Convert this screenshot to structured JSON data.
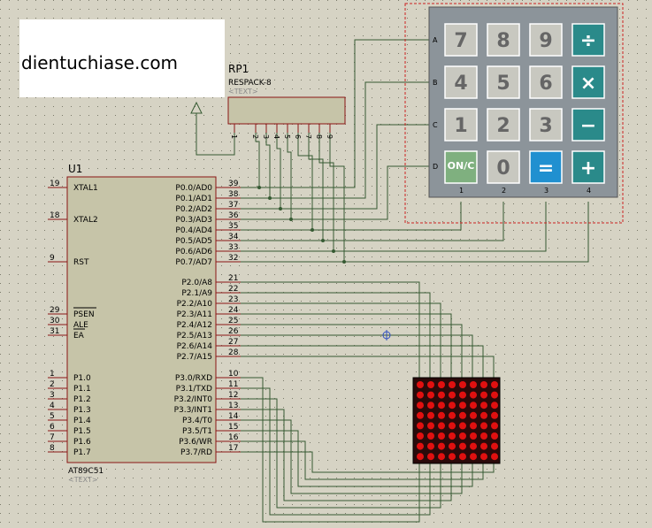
{
  "watermark": {
    "text": "dientuchiase.com"
  },
  "rp1": {
    "ref": "RP1",
    "value": "RESPACK-8",
    "text": "<TEXT>",
    "pins": [
      "1",
      "2",
      "3",
      "4",
      "5",
      "6",
      "7",
      "8",
      "9"
    ]
  },
  "u1": {
    "ref": "U1",
    "part": "AT89C51",
    "text": "<TEXT>",
    "left_pins": [
      {
        "num": "19",
        "label": "XTAL1"
      },
      {
        "num": "18",
        "label": "XTAL2"
      },
      {
        "num": "9",
        "label": "RST"
      },
      {
        "num": "29",
        "label": "PSEN"
      },
      {
        "num": "30",
        "label": "ALE"
      },
      {
        "num": "31",
        "label": "EA"
      },
      {
        "num": "1",
        "label": "P1.0"
      },
      {
        "num": "2",
        "label": "P1.1"
      },
      {
        "num": "3",
        "label": "P1.2"
      },
      {
        "num": "4",
        "label": "P1.3"
      },
      {
        "num": "5",
        "label": "P1.4"
      },
      {
        "num": "6",
        "label": "P1.5"
      },
      {
        "num": "7",
        "label": "P1.6"
      },
      {
        "num": "8",
        "label": "P1.7"
      }
    ],
    "right_pins": [
      {
        "num": "39",
        "label": "P0.0/AD0"
      },
      {
        "num": "38",
        "label": "P0.1/AD1"
      },
      {
        "num": "37",
        "label": "P0.2/AD2"
      },
      {
        "num": "36",
        "label": "P0.3/AD3"
      },
      {
        "num": "35",
        "label": "P0.4/AD4"
      },
      {
        "num": "34",
        "label": "P0.5/AD5"
      },
      {
        "num": "33",
        "label": "P0.6/AD6"
      },
      {
        "num": "32",
        "label": "P0.7/AD7"
      },
      {
        "num": "21",
        "label": "P2.0/A8"
      },
      {
        "num": "22",
        "label": "P2.1/A9"
      },
      {
        "num": "23",
        "label": "P2.2/A10"
      },
      {
        "num": "24",
        "label": "P2.3/A11"
      },
      {
        "num": "25",
        "label": "P2.4/A12"
      },
      {
        "num": "26",
        "label": "P2.5/A13"
      },
      {
        "num": "27",
        "label": "P2.6/A14"
      },
      {
        "num": "28",
        "label": "P2.7/A15"
      },
      {
        "num": "10",
        "label": "P3.0/RXD"
      },
      {
        "num": "11",
        "label": "P3.1/TXD"
      },
      {
        "num": "12",
        "label": "P3.2/INT0"
      },
      {
        "num": "13",
        "label": "P3.3/INT1"
      },
      {
        "num": "14",
        "label": "P3.4/T0"
      },
      {
        "num": "15",
        "label": "P3.5/T1"
      },
      {
        "num": "16",
        "label": "P3.6/WR"
      },
      {
        "num": "17",
        "label": "P3.7/RD"
      }
    ]
  },
  "keypad": {
    "row_labels": [
      "A",
      "B",
      "C",
      "D"
    ],
    "col_labels": [
      "1",
      "2",
      "3",
      "4"
    ],
    "keys": [
      {
        "label": "7",
        "style": "gray"
      },
      {
        "label": "8",
        "style": "gray"
      },
      {
        "label": "9",
        "style": "gray"
      },
      {
        "label": "÷",
        "style": "teal"
      },
      {
        "label": "4",
        "style": "gray"
      },
      {
        "label": "5",
        "style": "gray"
      },
      {
        "label": "6",
        "style": "gray"
      },
      {
        "label": "×",
        "style": "teal"
      },
      {
        "label": "1",
        "style": "gray"
      },
      {
        "label": "2",
        "style": "gray"
      },
      {
        "label": "3",
        "style": "gray"
      },
      {
        "label": "−",
        "style": "teal"
      },
      {
        "label": "ON/C",
        "style": "green"
      },
      {
        "label": "0",
        "style": "gray"
      },
      {
        "label": "=",
        "style": "blue"
      },
      {
        "label": "+",
        "style": "teal"
      }
    ]
  },
  "led_matrix": {
    "rows": 8,
    "cols": 8,
    "color": "#e01010"
  },
  "colors": {
    "background": "#d6d3c4",
    "chip": "#c6c4a8",
    "wire": "#355a32",
    "pin": "#8a1414",
    "keypad": "#8c949a",
    "gray_key": "#c8c8c0",
    "teal_key": "#2a8a8a",
    "green_key": "#7fb07f",
    "blue_key": "#2090d0"
  }
}
